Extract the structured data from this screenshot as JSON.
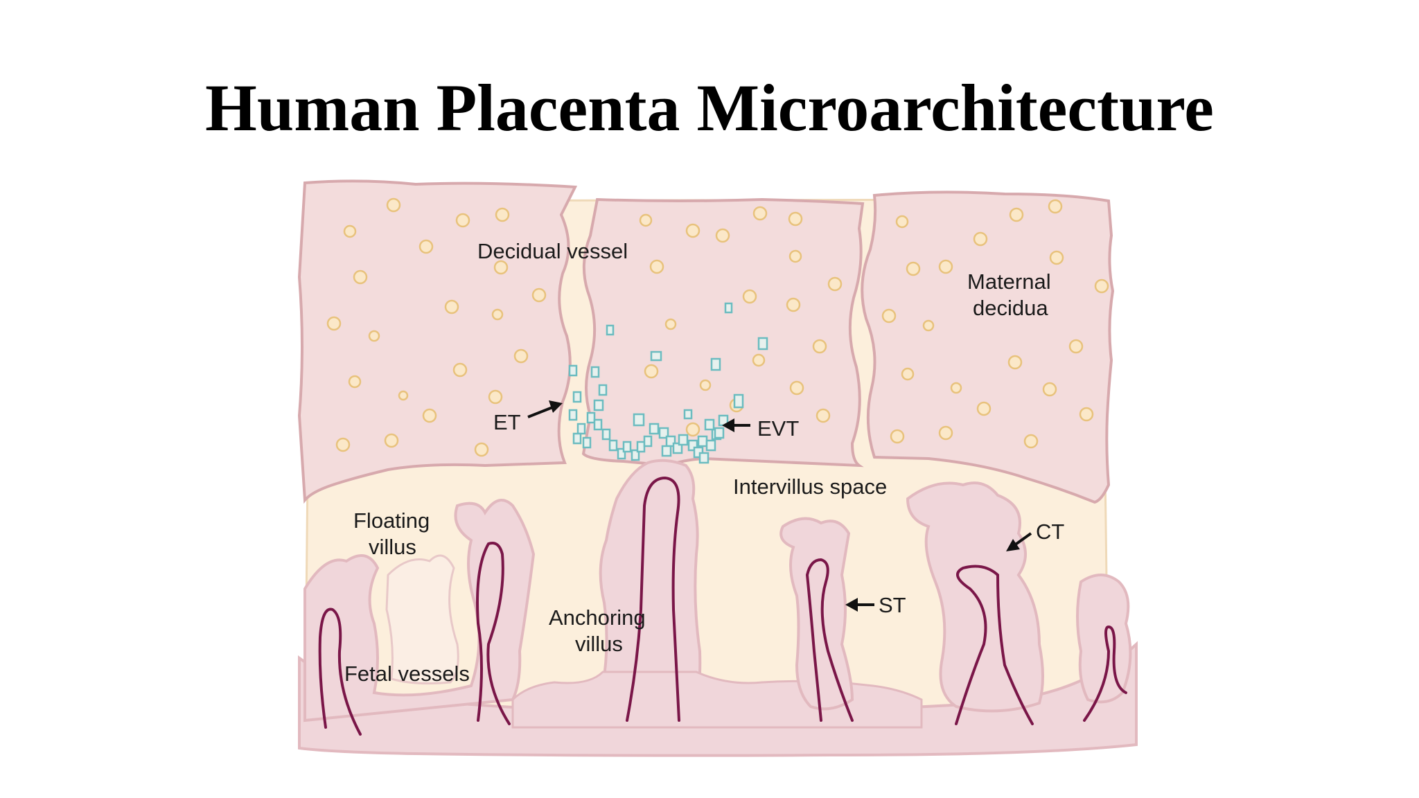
{
  "title": "Human Placenta Microarchitecture",
  "colors": {
    "decidua_fill": "#f3dcdc",
    "decidua_stroke": "#d7a9ad",
    "space_fill": "#fcefdc",
    "villus_outer": "#f0d6da",
    "villus_inner": "#fbeee4",
    "vessel": "#7a1648",
    "cell_fill": "#fbe8c8",
    "cell_stroke": "#e8c27c",
    "trophoblast_stroke": "#6bbcc0",
    "trophoblast_fill": "#e7f1ee"
  },
  "labels": {
    "decidual_vessel": "Decidual vessel",
    "maternal_decidua_line1": "Maternal",
    "maternal_decidua_line2": "decidua",
    "et": "ET",
    "evt": "EVT",
    "intervillus_space": "Intervillus space",
    "floating_villus_line1": "Floating",
    "floating_villus_line2": "villus",
    "ct": "CT",
    "st": "ST",
    "anchoring_villus_line1": "Anchoring",
    "anchoring_villus_line2": "villus",
    "fetal_vessels": "Fetal vessels"
  }
}
